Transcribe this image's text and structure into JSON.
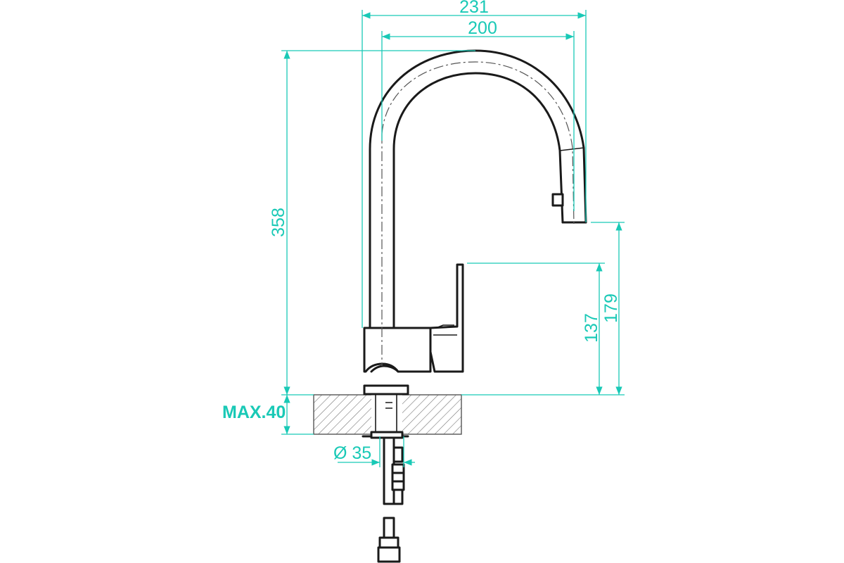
{
  "dimensions": {
    "overall_width": "231",
    "spout_reach": "200",
    "total_height": "358",
    "outlet_height": "179",
    "lever_height": "137",
    "max_deck_thickness": "MAX.40",
    "hole_diameter": "Ø 35"
  },
  "colors": {
    "dimension": "#19c9b6",
    "line": "#1a1a1a",
    "hatch": "#777777"
  }
}
